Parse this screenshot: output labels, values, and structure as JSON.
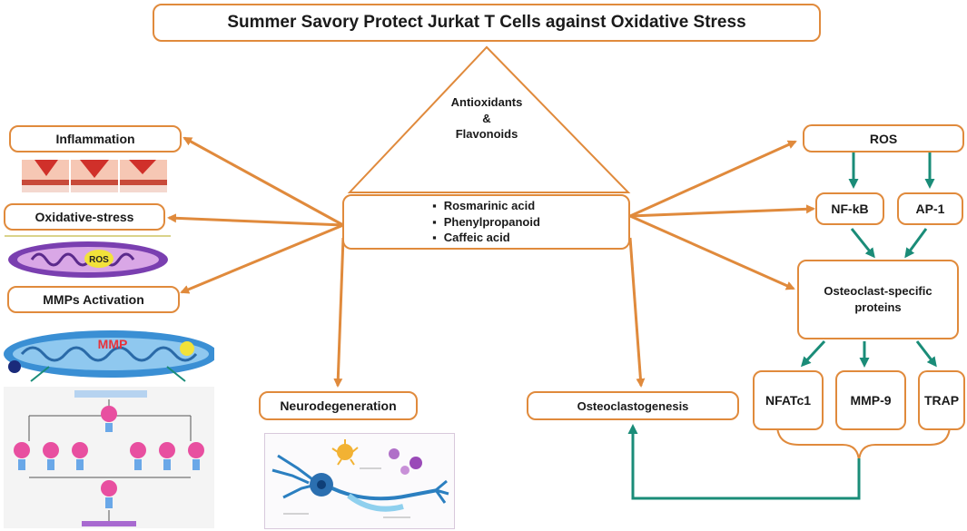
{
  "title": "Summer Savory Protect Jurkat T Cells against Oxidative Stress",
  "triangle": {
    "line1": "Antioxidants",
    "line2": "&",
    "line3": "Flavonoids"
  },
  "compounds": [
    "Rosmarinic acid",
    "Phenylpropanoid",
    "Caffeic acid"
  ],
  "left_effects": {
    "inflammation": "Inflammation",
    "oxidative_stress": "Oxidative-stress",
    "mmps": "MMPs Activation",
    "neurodegeneration": "Neurodegeneration"
  },
  "image_labels": {
    "ros": "ROS",
    "mmp": "MMP"
  },
  "right_path": {
    "ros": "ROS",
    "nfkb": "NF-kB",
    "ap1": "AP-1",
    "osteoclast_proteins": "Osteoclast-specific proteins",
    "nfatc1": "NFATc1",
    "mmp9": "MMP-9",
    "trap": "TRAP",
    "osteoclastogenesis": "Osteoclastogenesis"
  },
  "colors": {
    "orange": "#e08a3c",
    "teal": "#1a8c78"
  }
}
